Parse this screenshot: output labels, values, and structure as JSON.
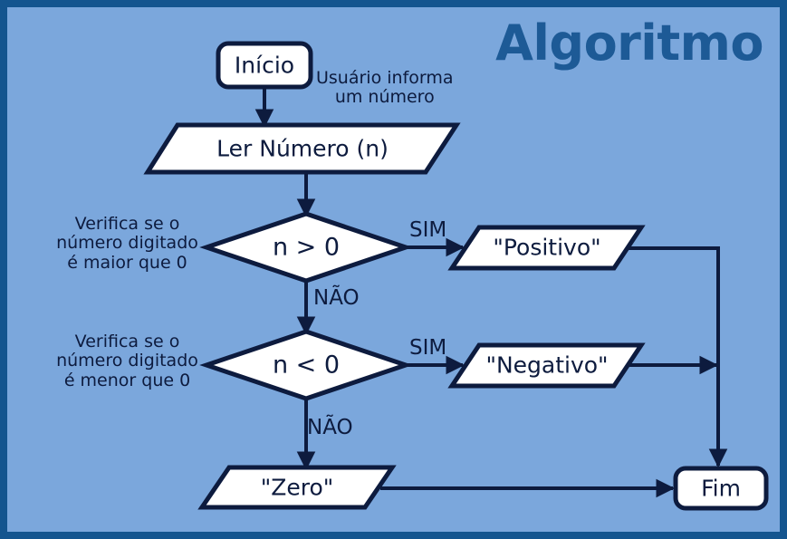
{
  "title": "Algoritmo",
  "colors": {
    "frame": "#14558f",
    "background": "#7ba7dc",
    "stroke": "#0d1b3e",
    "node_fill": "#ffffff",
    "title": "#1d5a96",
    "text": "#0d1b3e"
  },
  "diagram": {
    "type": "flowchart",
    "nodes": [
      {
        "id": "start",
        "shape": "terminator",
        "label": "Início"
      },
      {
        "id": "read",
        "shape": "parallelogram",
        "label": "Ler Número (n)"
      },
      {
        "id": "dec1",
        "shape": "diamond",
        "label": "n > 0"
      },
      {
        "id": "positivo",
        "shape": "parallelogram",
        "label": "\"Positivo\""
      },
      {
        "id": "dec2",
        "shape": "diamond",
        "label": "n < 0"
      },
      {
        "id": "negativo",
        "shape": "parallelogram",
        "label": "\"Negativo\""
      },
      {
        "id": "zero",
        "shape": "parallelogram",
        "label": "\"Zero\""
      },
      {
        "id": "end",
        "shape": "terminator",
        "label": "Fim"
      }
    ],
    "edge_labels": {
      "dec1_sim": "SIM",
      "dec1_nao": "NÃO",
      "dec2_sim": "SIM",
      "dec2_nao": "NÃO"
    },
    "annotations": {
      "read_note": "Usuário informa\num número",
      "dec1_note": "Verifica se o\nnúmero digitado\né maior que 0",
      "dec2_note": "Verifica se o\nnúmero digitado\né menor que 0"
    }
  }
}
